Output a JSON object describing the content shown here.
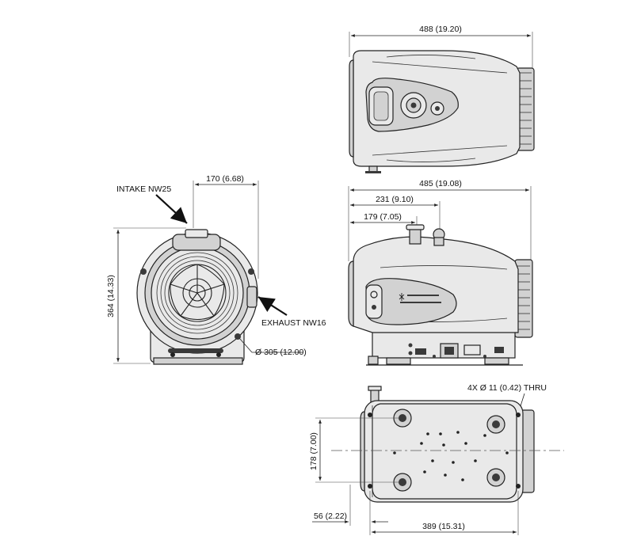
{
  "labels": {
    "intake": "INTAKE NW25",
    "exhaust": "EXHAUST NW16",
    "holes": "4X Ø 11 (0.42) THRU"
  },
  "dimensions": {
    "top_length": "488 (19.20)",
    "side_length": "485 (19.08)",
    "side_231": "231 (9.10)",
    "side_179": "179 (7.05)",
    "front_170": "170 (6.68)",
    "front_height": "364 (14.33)",
    "front_dia": "Ø 305 (12.00)",
    "bottom_178": "178 (7.00)",
    "bottom_56": "56 (2.22)",
    "bottom_389": "389 (15.31)"
  },
  "colors": {
    "body": "#e9e9e9",
    "line": "#222222",
    "shade": "#d2d2d2"
  }
}
